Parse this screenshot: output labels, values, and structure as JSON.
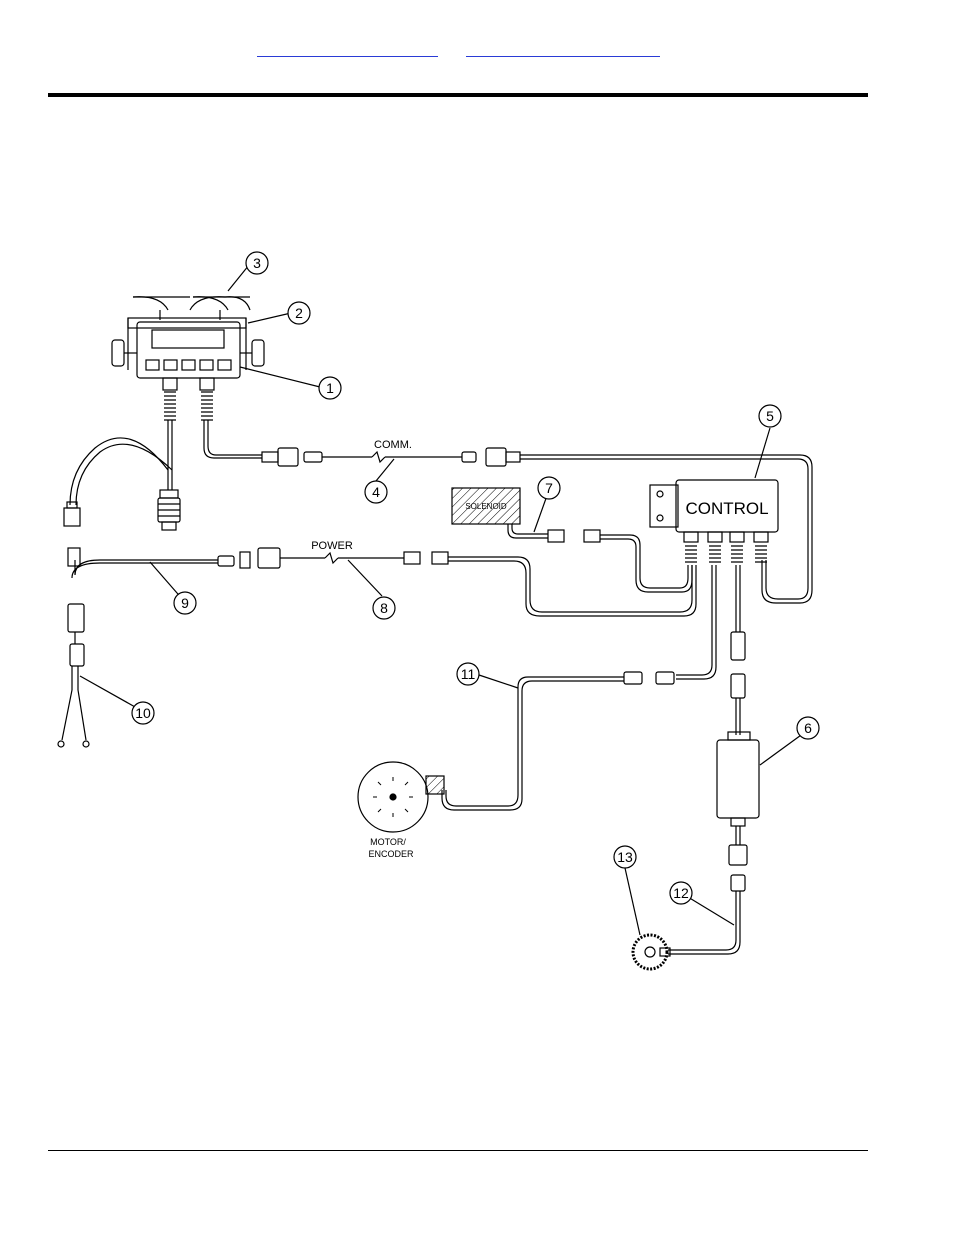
{
  "header": {
    "link1": "",
    "link2": ""
  },
  "diagram": {
    "callouts": [
      "1",
      "2",
      "3",
      "4",
      "5",
      "6",
      "7",
      "8",
      "9",
      "10",
      "11",
      "12",
      "13"
    ],
    "labels": {
      "comm": "COMM.",
      "power": "POWER",
      "control": "CONTROL",
      "solenoid": "SOLENOID",
      "motor_line1": "MOTOR/",
      "motor_line2": "ENCODER"
    }
  }
}
